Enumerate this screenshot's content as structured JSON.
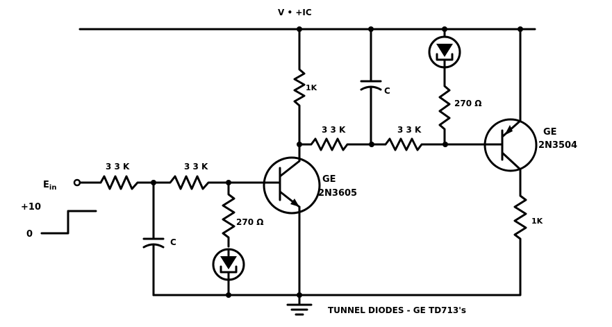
{
  "diagram": {
    "type": "circuit-schematic",
    "supply_label": "V • +IC",
    "input": {
      "label": "E",
      "label_subscript": "in",
      "step_high": "+10",
      "step_low": "0"
    },
    "resistors": [
      {
        "id": "R1",
        "label": "3 3 K"
      },
      {
        "id": "R2",
        "label": "3 3 K"
      },
      {
        "id": "R3",
        "label": "270 Ω"
      },
      {
        "id": "R4",
        "label": "1K"
      },
      {
        "id": "R5",
        "label": "3 3 K"
      },
      {
        "id": "R6",
        "label": "3 3 K"
      },
      {
        "id": "R7",
        "label": "270 Ω"
      },
      {
        "id": "R8",
        "label": "1K"
      }
    ],
    "capacitors": [
      {
        "id": "C1",
        "label": "C"
      },
      {
        "id": "C2",
        "label": "C"
      }
    ],
    "transistors": [
      {
        "id": "Q1",
        "maker": "GE",
        "part": "2N3605",
        "type": "NPN"
      },
      {
        "id": "Q2",
        "maker": "GE",
        "part": "2N3504",
        "type": "PNP"
      }
    ],
    "tunnel_diodes": [
      {
        "id": "D1"
      },
      {
        "id": "D2"
      }
    ],
    "footnote": "TUNNEL DIODES - GE TD713's"
  }
}
